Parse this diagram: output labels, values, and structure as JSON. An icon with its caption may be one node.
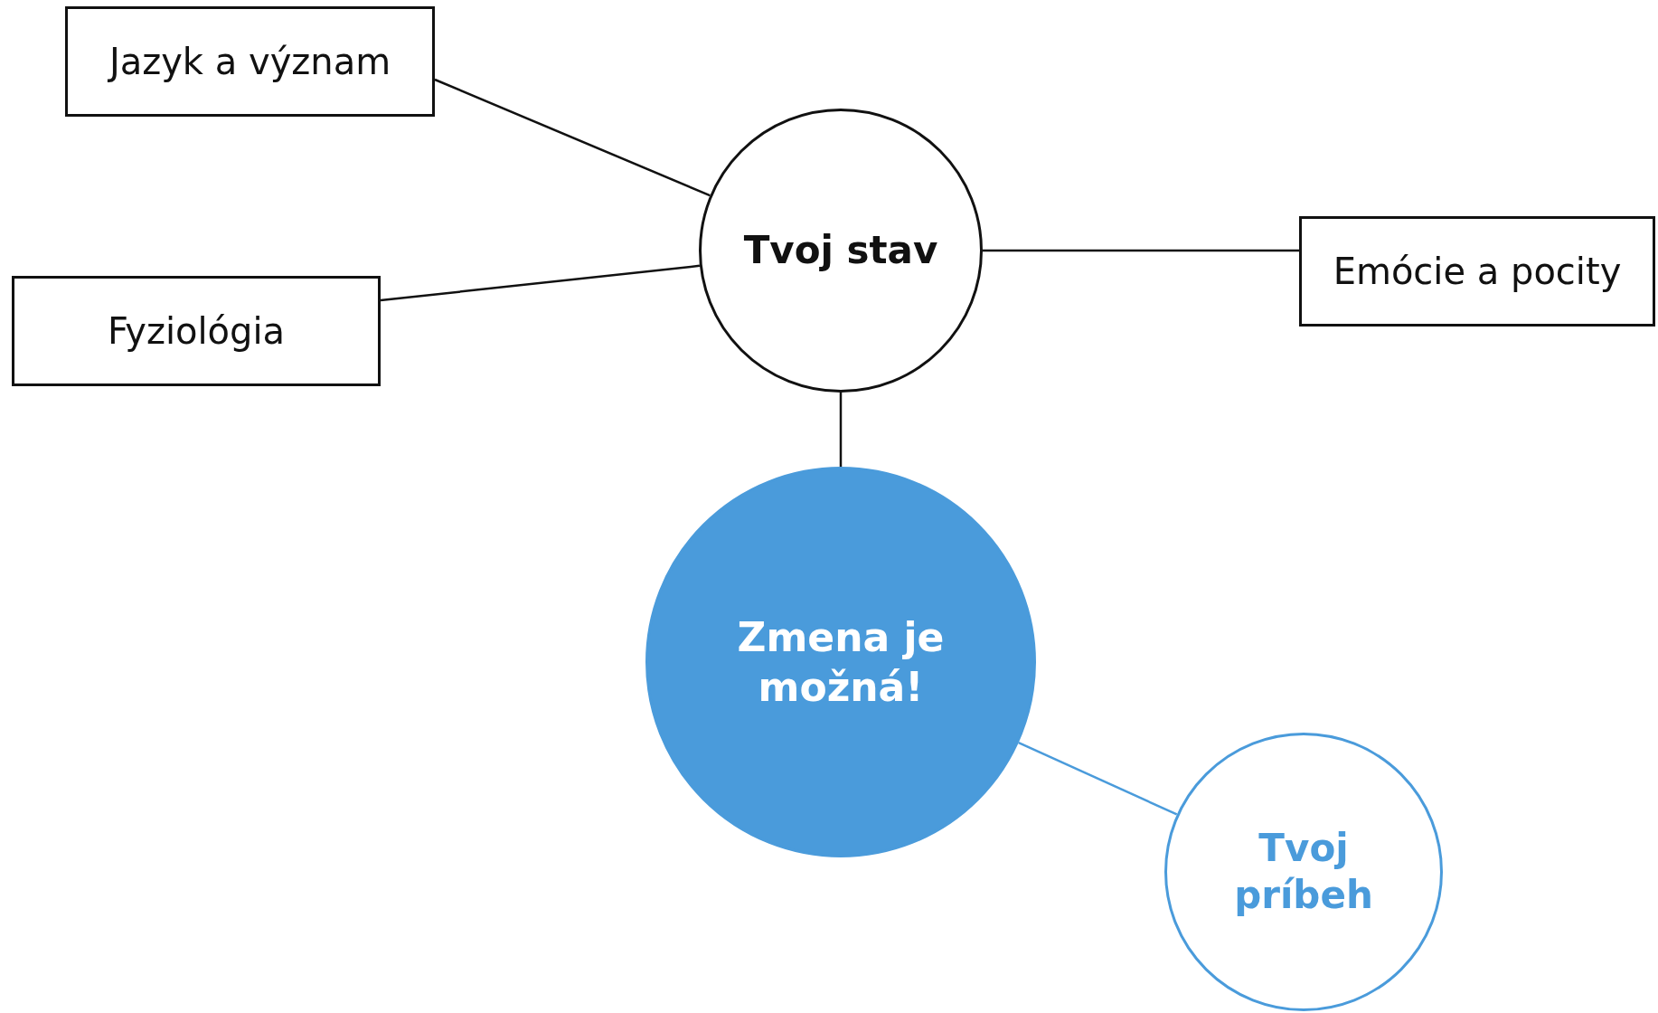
{
  "diagram": {
    "nodes": [
      {
        "text": [
          "Jazyk a význam"
        ]
      },
      {
        "text": [
          "Tvoj stav"
        ]
      },
      {
        "text": [
          "Emócie a pocity"
        ]
      },
      {
        "text": [
          "Fyziológia"
        ]
      },
      {
        "text": [
          "Zmena je možná!"
        ]
      },
      {
        "text": [
          "Tvoj príbeh"
        ]
      }
    ],
    "edges": [
      {
        "from": 1,
        "to": 0,
        "arrow": "none"
      },
      {
        "from": 1,
        "to": 2,
        "arrow": "none"
      },
      {
        "from": 1,
        "to": 3,
        "arrow": "none"
      },
      {
        "from": 1,
        "to": 4,
        "arrow": "none"
      },
      {
        "from": 4,
        "to": 5,
        "arrow": "none",
        "color": "#4a9bdb"
      }
    ]
  }
}
